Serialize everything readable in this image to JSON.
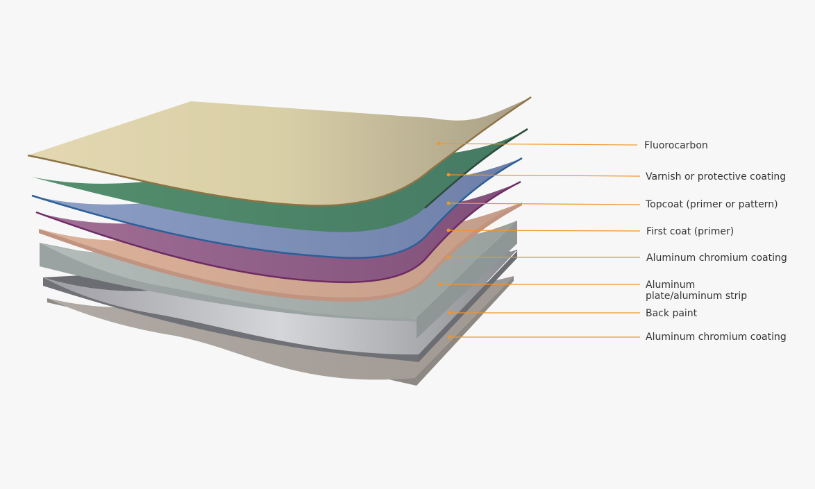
{
  "diagram": {
    "leader_color": "#f0952a",
    "labels": [
      "Fluorocarbon",
      "Varnish or protective coating",
      "Topcoat (primer or pattern)",
      "First coat (primer)",
      "Aluminum chromium coating",
      "Aluminum plate/aluminum strip",
      "Back paint",
      "Aluminum chromium coating"
    ],
    "layer_colors": {
      "fluorocarbon": "#d6cca5",
      "varnish": "#4f8a6a",
      "topcoat": "#8595bd",
      "first_coat": "#956a8e",
      "chromium_coating_top": "#d4ab93",
      "aluminum_plate": "#a9b1ae",
      "back_paint": "#8f8f93",
      "chromium_coating_bottom": "#ada6a0"
    }
  }
}
